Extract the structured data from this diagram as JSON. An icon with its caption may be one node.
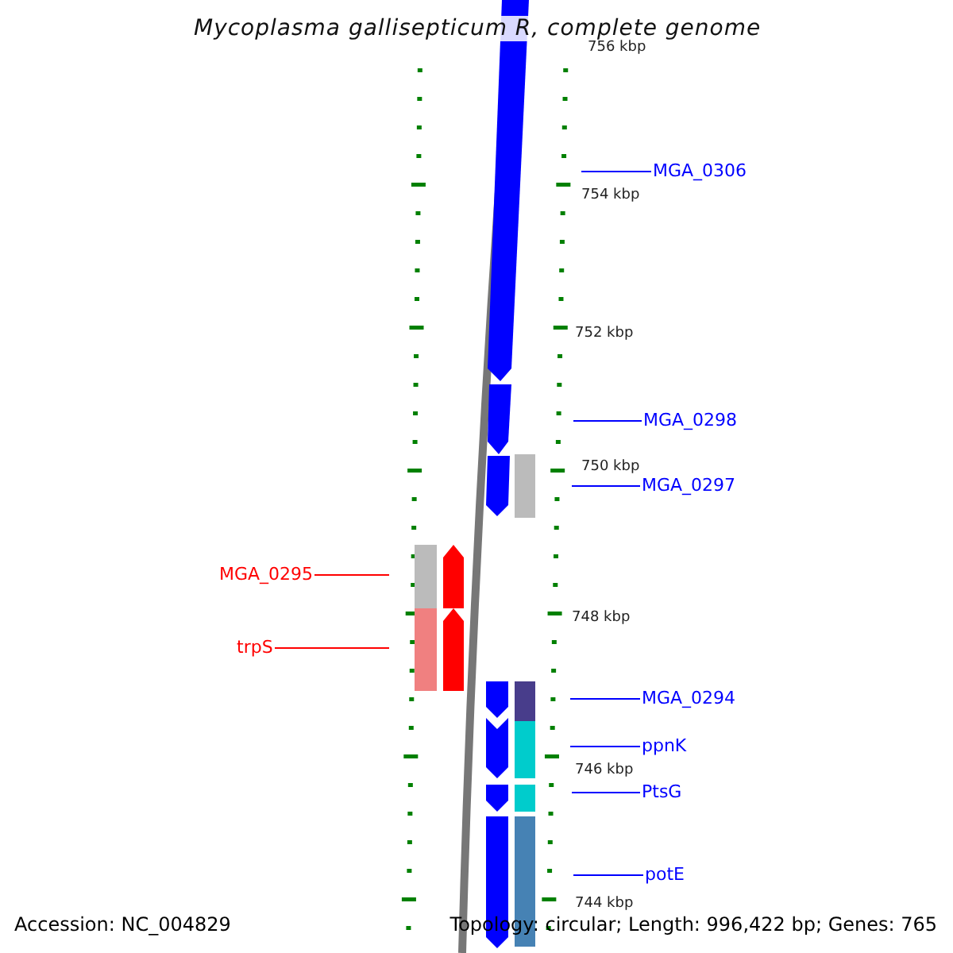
{
  "diagram": {
    "title": "Mycoplasma gallisepticum R, complete genome",
    "nodes": [
      {
        "text": [
          "MGA_0306"
        ]
      },
      {
        "text": [
          "MGA_0298"
        ]
      },
      {
        "text": [
          "MGA_0297"
        ]
      },
      {
        "text": [
          "MGA_0295"
        ]
      },
      {
        "text": [
          "trpS"
        ]
      },
      {
        "text": [
          "MGA_0294"
        ]
      },
      {
        "text": [
          "ppnK"
        ]
      },
      {
        "text": [
          "PtsG"
        ]
      },
      {
        "text": [
          "potE"
        ]
      }
    ],
    "edges": [
      {
        "from": 0,
        "to": null,
        "arrow": "none"
      },
      {
        "from": 1,
        "to": null,
        "arrow": "none"
      },
      {
        "from": 2,
        "to": null,
        "arrow": "none"
      },
      {
        "from": 3,
        "to": null,
        "arrow": "none",
        "color": "#ff0000"
      },
      {
        "from": 4,
        "to": null,
        "arrow": "none",
        "color": "#ff0000"
      },
      {
        "from": 5,
        "to": null,
        "arrow": "none"
      },
      {
        "from": 6,
        "to": null,
        "arrow": "none"
      },
      {
        "from": 7,
        "to": null,
        "arrow": "none"
      },
      {
        "from": 8,
        "to": null,
        "arrow": "none"
      }
    ],
    "labels": [
      "756 kbp",
      "754 kbp",
      "752 kbp",
      "750 kbp",
      "748 kbp",
      "746 kbp",
      "744 kbp",
      "Accession: NC_004829",
      "Topology: circular; Length: 996,422 bp; Genes: 765"
    ]
  }
}
